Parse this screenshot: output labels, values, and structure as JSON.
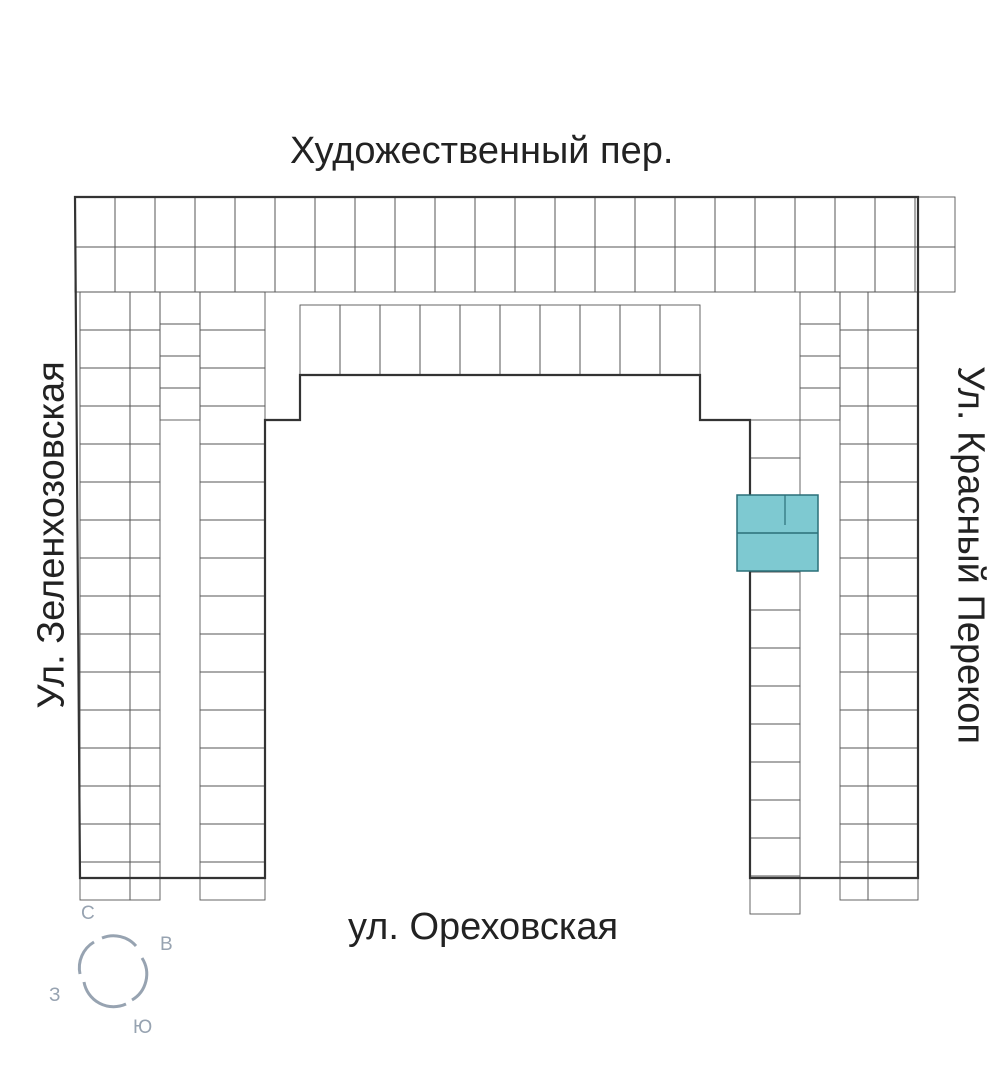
{
  "streets": {
    "north": "Художественный пер.",
    "south": "ул. Ореховская",
    "west": "Ул. Зеленхозовская",
    "east": "Ул. Красный Перекоп"
  },
  "compass": {
    "north": "С",
    "east": "В",
    "west": "З",
    "south": "Ю"
  },
  "colors": {
    "highlight": "#7ec9d1",
    "walls": "#333333",
    "compass": "#97a3b1"
  }
}
